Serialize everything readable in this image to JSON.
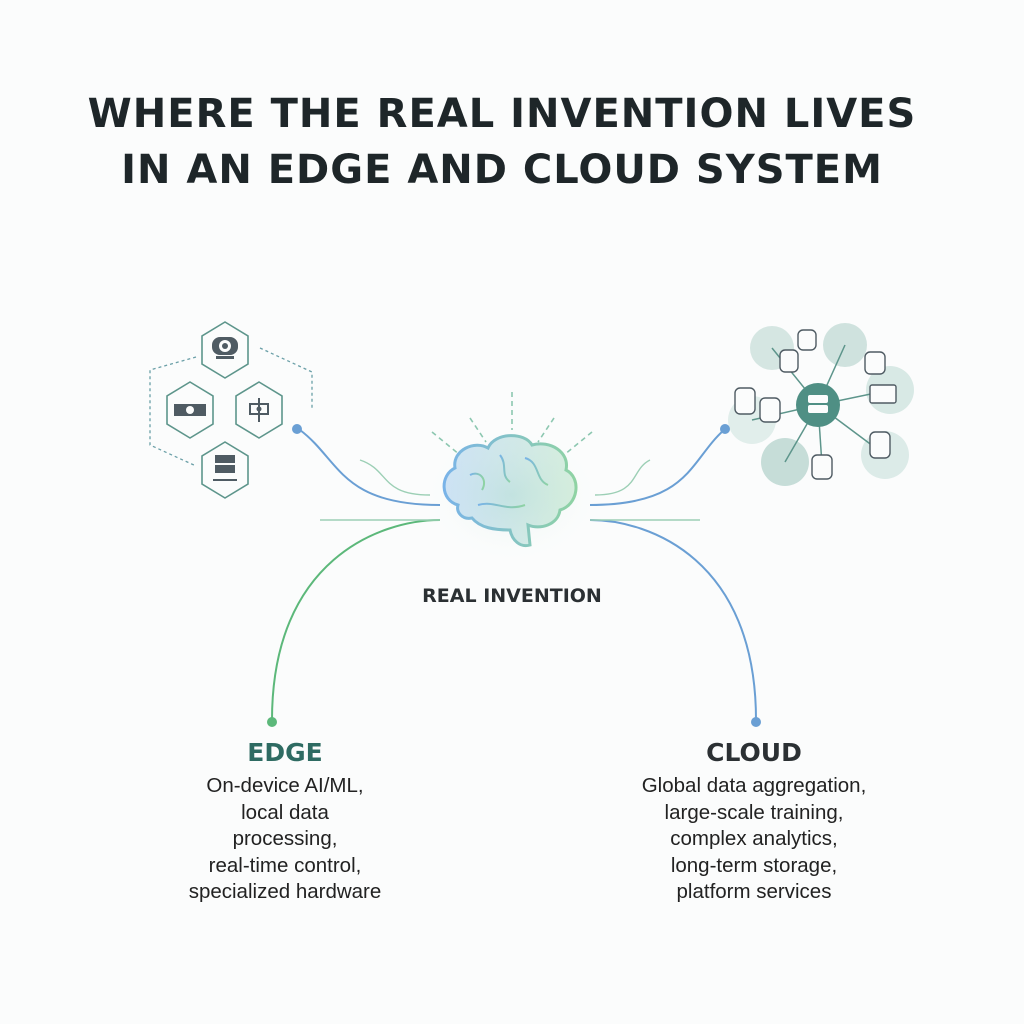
{
  "title": {
    "line1": "WHERE THE REAL INVENTION LIVES",
    "line2": "IN AN EDGE AND CLOUD SYSTEM"
  },
  "center": {
    "label": "REAL INVENTION",
    "icon": "brain-icon"
  },
  "edge": {
    "heading": "EDGE",
    "lines": [
      "On-device AI/ML,",
      "local data",
      "processing,",
      "real-time control,",
      "specialized hardware"
    ],
    "icons": [
      "camera-icon",
      "sensor-module-icon",
      "actuator-icon",
      "server-icon"
    ],
    "color": "#5cb87a"
  },
  "cloud": {
    "heading": "CLOUD",
    "lines": [
      "Global data aggregation,",
      "large-scale training,",
      "complex analytics,",
      "long-term storage,",
      "platform services"
    ],
    "icons": [
      "database-cluster-icon"
    ],
    "color": "#6a9fd4"
  },
  "colors": {
    "teal": "#4f8f84",
    "blue": "#6a9fd4",
    "green": "#5cb87a",
    "title": "#1e2629"
  }
}
